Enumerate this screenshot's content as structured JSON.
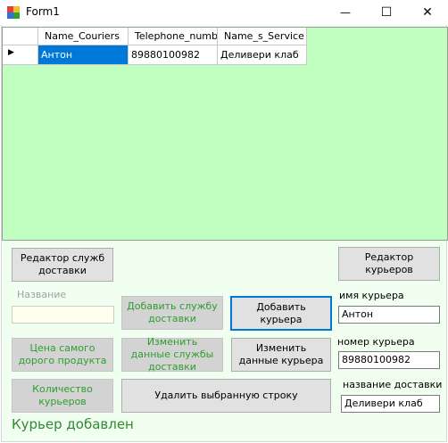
{
  "window": {
    "title": "Form1",
    "minimize_glyph": "—",
    "maximize_glyph": "☐",
    "close_glyph": "✕"
  },
  "grid": {
    "columns": [
      "Name_Couriers",
      "Telephone_number",
      "Name_s_Service"
    ],
    "rows": [
      {
        "marker": "▶",
        "cells": [
          "Антон",
          "89880100982",
          "Деливери клаб"
        ]
      }
    ],
    "background": "#c0ffc0",
    "selected_color": "#0078d7"
  },
  "buttons": {
    "service_editor": "Редактор служб доставки",
    "courier_editor": "Редактор курьеров",
    "add_service": "Добавить службу доставки",
    "add_courier": "Добавить курьера",
    "max_price": "Цена самого дорого продукта",
    "edit_service": "Изменить данные службы доставки",
    "edit_courier": "Изменить данные курьера",
    "courier_count": "Количество курьеров",
    "delete_row": "Удалить выбранную строку"
  },
  "fields": {
    "name_label": "Название",
    "name_value": "",
    "courier_name_label": "имя курьера",
    "courier_name_value": "Антон",
    "courier_phone_label": "номер курьера",
    "courier_phone_value": "89880100982",
    "delivery_name_label": "название доставки",
    "delivery_name_value": "Деливери клаб"
  },
  "status": "Курьер добавлен",
  "colors": {
    "form_background": "#f1fff1",
    "green_text": "#2e9e2e"
  }
}
